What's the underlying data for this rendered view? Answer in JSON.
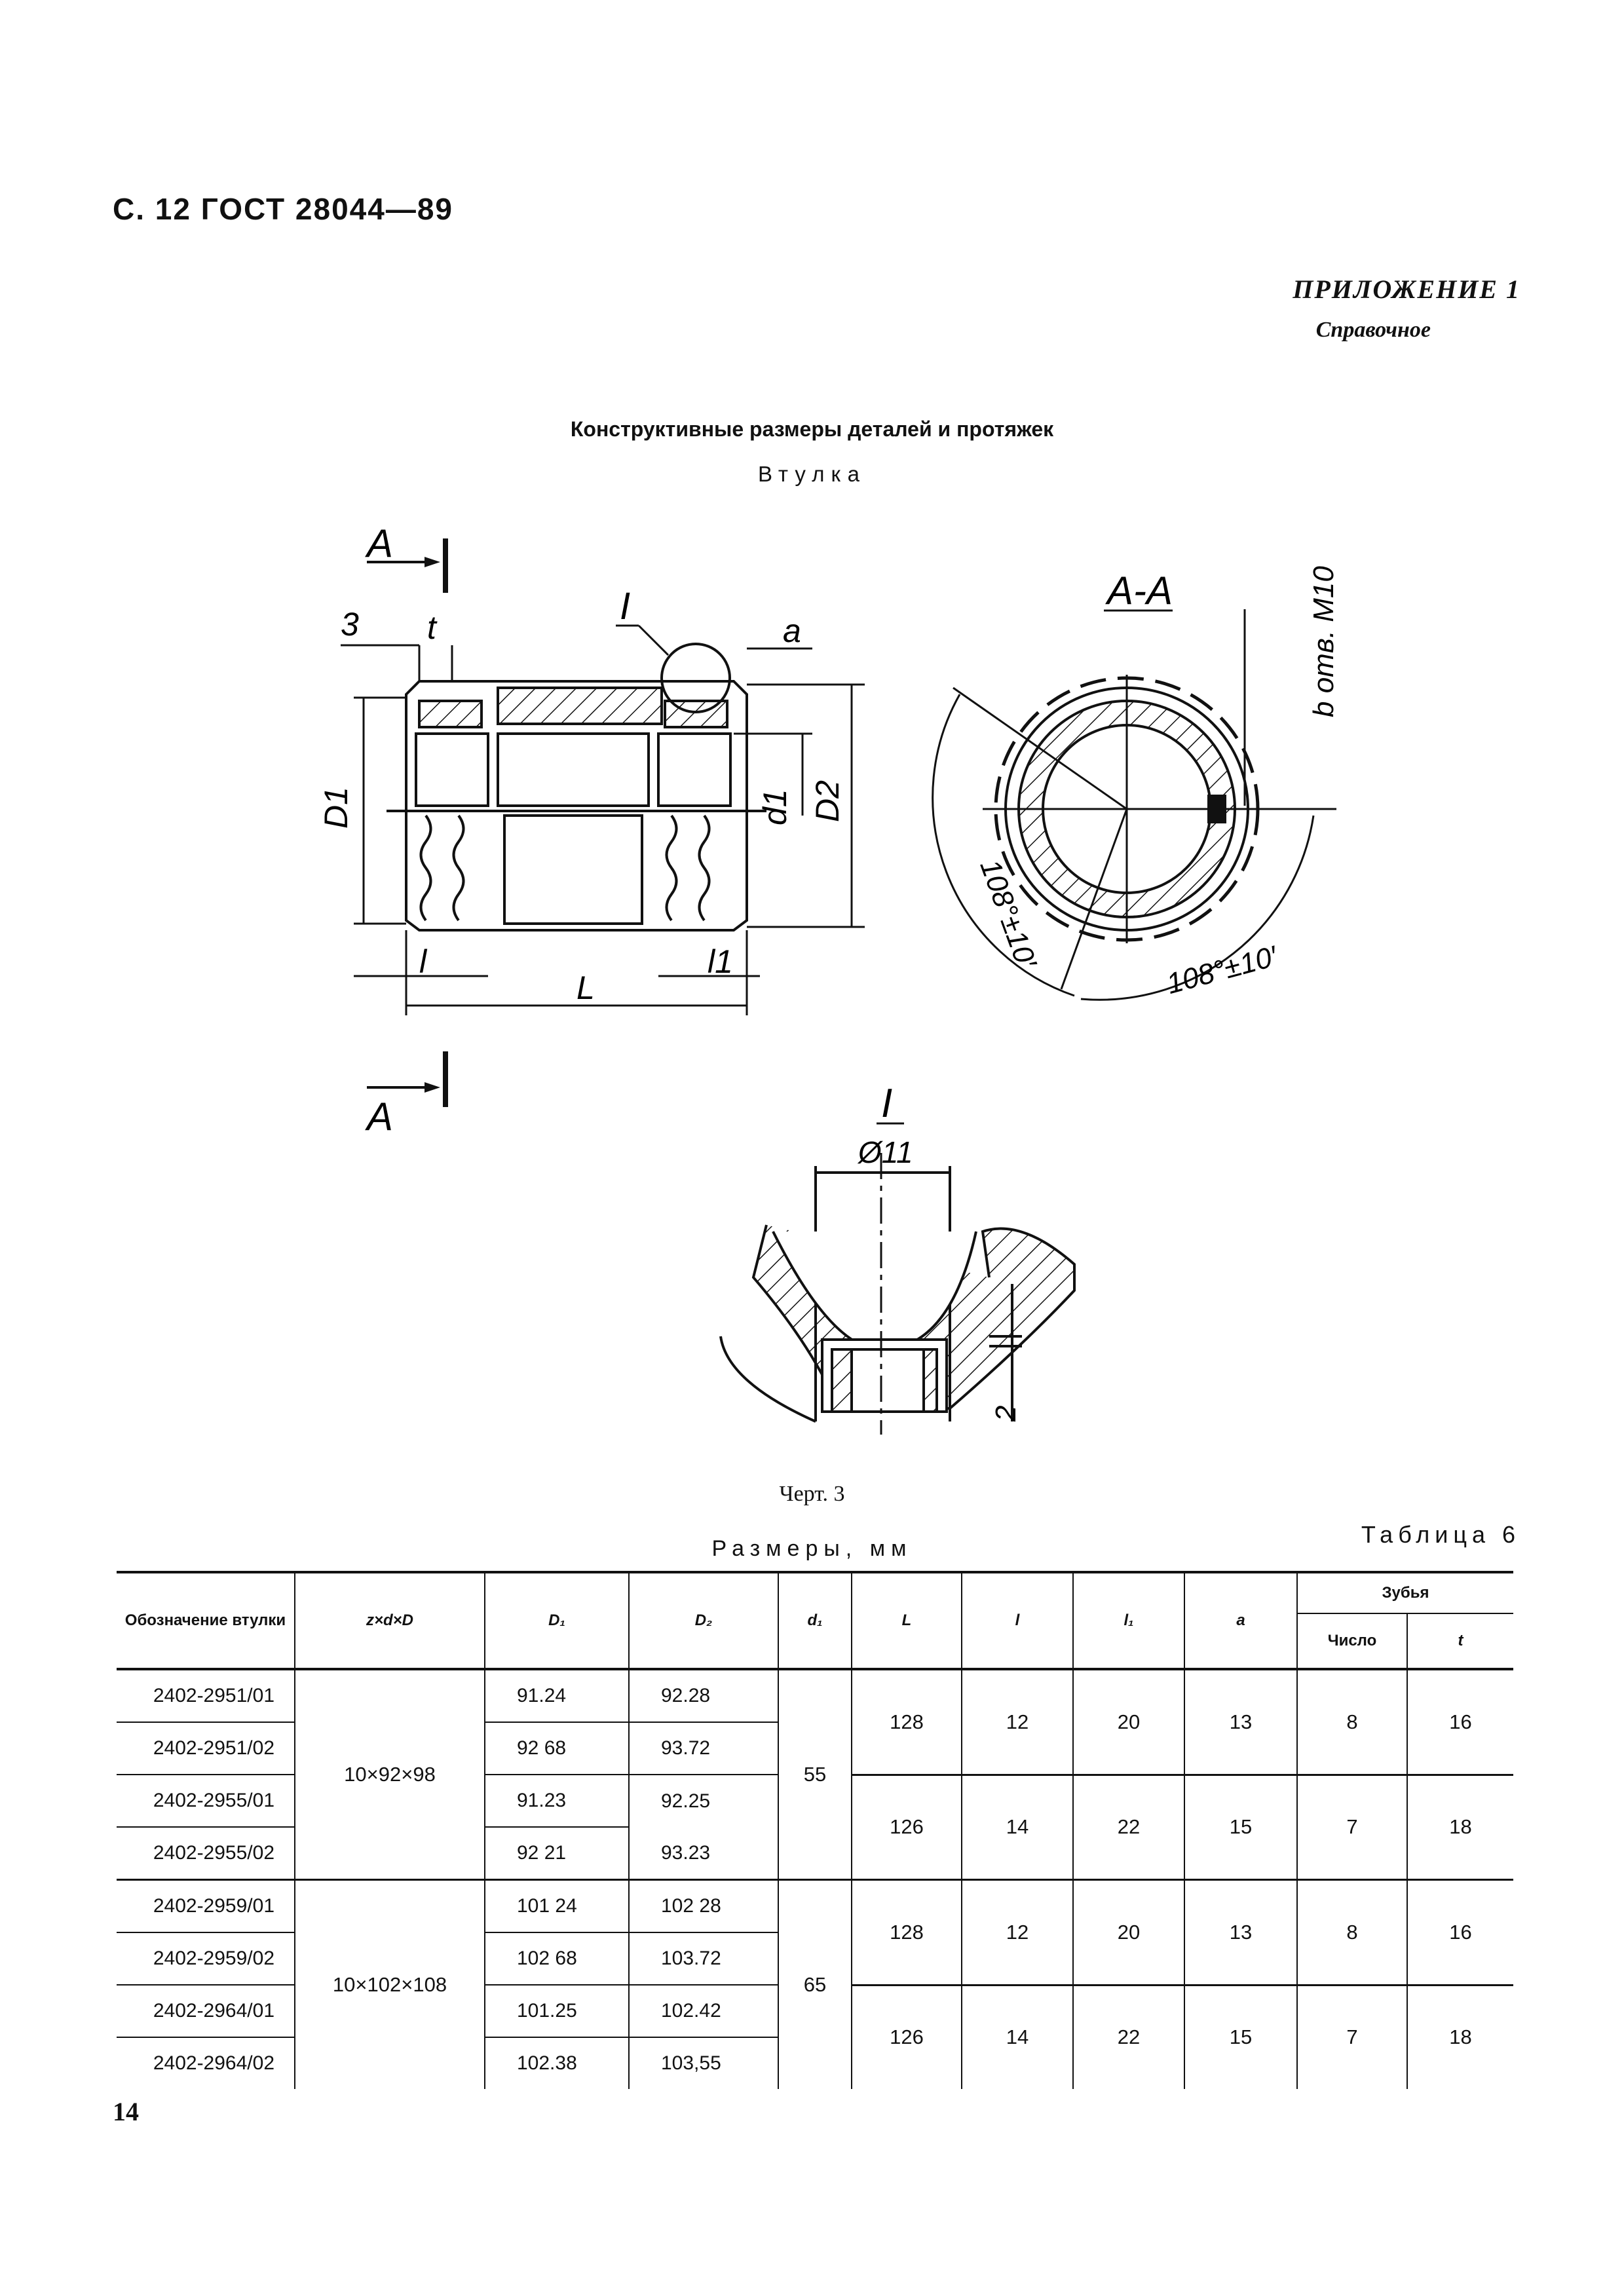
{
  "header": {
    "text": "С. 12 ГОСТ 28044—89"
  },
  "appendix": {
    "label": "ПРИЛОЖЕНИЕ 1",
    "sublabel": "Справочное"
  },
  "title": "Конструктивные размеры деталей и протяжек",
  "subtitle": "Втулка",
  "drawing": {
    "labels": {
      "section_mark": "А",
      "section_view": "А-А",
      "detail_mark": "I",
      "dim_3": "3",
      "dim_t": "t",
      "dim_a": "a",
      "dim_D1": "D1",
      "dim_D2": "D2",
      "dim_d1": "d1",
      "dim_l": "l",
      "dim_l1": "l1",
      "dim_L": "L",
      "hole_note": "b отв. М10",
      "angle_1": "108°±10′",
      "angle_2": "108°±10′",
      "dim_diam11": "Ø11",
      "dim_2": "2"
    }
  },
  "caption": "Черт. 3",
  "table": {
    "number_label": "Таблица 6",
    "caption": "Размеры, мм",
    "headers": {
      "designation": "Обозначение втулки",
      "zdD": "z×d×D",
      "D1": "D₁",
      "D2": "D₂",
      "d1": "d₁",
      "L": "L",
      "l": "l",
      "l1": "l₁",
      "a": "a",
      "teeth": "Зубья",
      "count": "Число",
      "t": "t"
    },
    "rows": [
      {
        "code": "2402-2951/01",
        "D1": "91.24",
        "D2": "92.28"
      },
      {
        "code": "2402-2951/02",
        "D1": "92 68",
        "D2": "93.72"
      },
      {
        "code": "2402-2955/01",
        "D1": "91.23",
        "D2": "92.25"
      },
      {
        "code": "2402-2955/02",
        "D1": "92 21",
        "D2": "93.23"
      },
      {
        "code": "2402-2959/01",
        "D1": "101 24",
        "D2": "102 28"
      },
      {
        "code": "2402-2959/02",
        "D1": "102 68",
        "D2": "103.72"
      },
      {
        "code": "2402-2964/01",
        "D1": "101.25",
        "D2": "102.42"
      },
      {
        "code": "2402-2964/02",
        "D1": "102.38",
        "D2": "103,55"
      }
    ],
    "zdD_groups": [
      "10×92×98",
      "10×102×108"
    ],
    "d1_groups": [
      "55",
      "65"
    ],
    "pair_rows": [
      {
        "L": "128",
        "l": "12",
        "l1": "20",
        "a": "13",
        "count": "8",
        "t": "16"
      },
      {
        "L": "126",
        "l": "14",
        "l1": "22",
        "a": "15",
        "count": "7",
        "t": "18"
      },
      {
        "L": "128",
        "l": "12",
        "l1": "20",
        "a": "13",
        "count": "8",
        "t": "16"
      },
      {
        "L": "126",
        "l": "14",
        "l1": "22",
        "a": "15",
        "count": "7",
        "t": "18"
      }
    ]
  },
  "page_number": "14"
}
